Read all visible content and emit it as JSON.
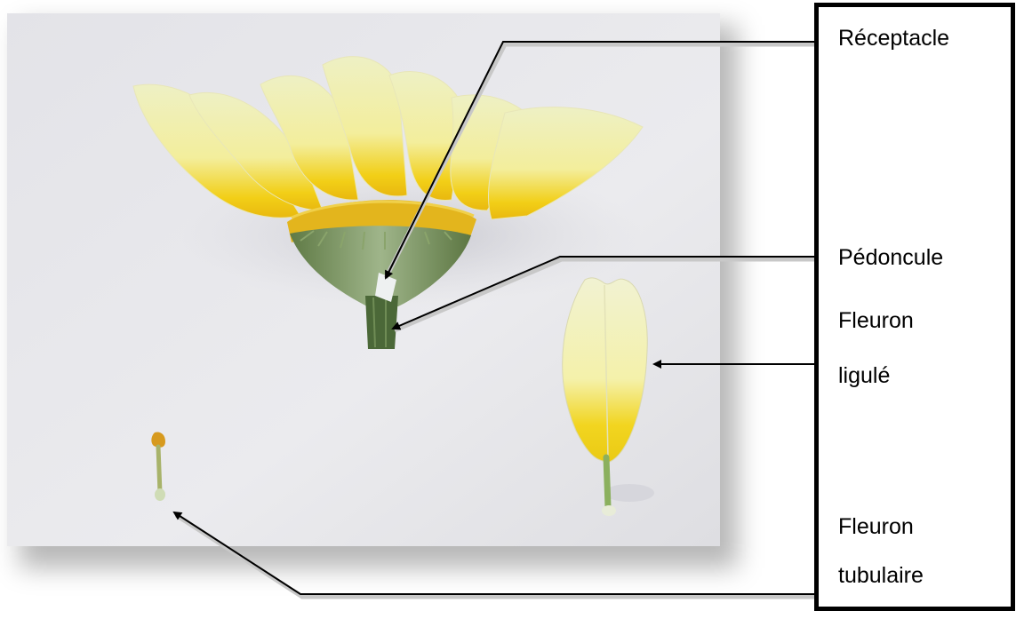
{
  "labels": {
    "receptacle": "Réceptacle",
    "peduncle": "Pédoncule",
    "ligulate_line1": "Fleuron",
    "ligulate_line2": "ligulé",
    "tubular_line1": "Fleuron",
    "tubular_line2": "tubulaire"
  },
  "colors": {
    "background_wall": "#e9e9ec",
    "petal_pale": "#f0f2c8",
    "petal_yellow": "#f2d31a",
    "receptacle_green": "#7f9a63",
    "stem_green": "#4f6b3c",
    "leader_line": "#000000"
  }
}
